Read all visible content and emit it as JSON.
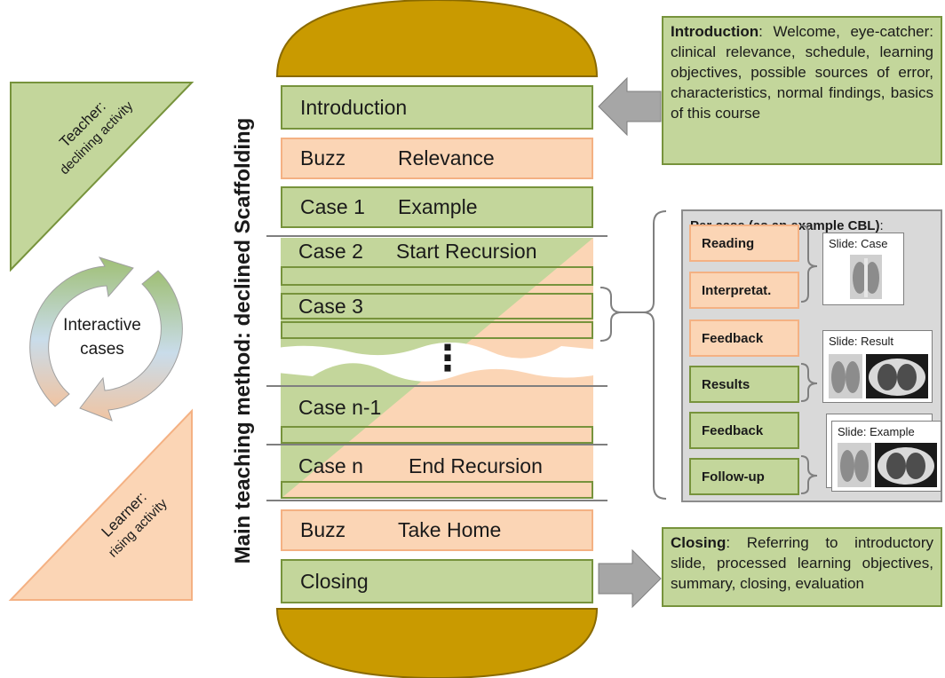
{
  "left": {
    "teacher": {
      "line1": "Teacher:",
      "line2": "declining activity"
    },
    "cycle": {
      "line1": "Interactive",
      "line2": "cases"
    },
    "learner": {
      "line1": "Learner:",
      "line2": "rising activity"
    }
  },
  "vertical_title": "Main teaching method: declined Scaffolding",
  "layers": {
    "introduction": "Introduction",
    "buzz1": {
      "a": "Buzz",
      "b": "Relevance"
    },
    "case1": {
      "a": "Case 1",
      "b": "Example"
    },
    "case2": {
      "a": "Case 2",
      "b": "Start Recursion"
    },
    "case3": "Case 3",
    "dots": "⋮",
    "casen1": "Case n-1",
    "casen": {
      "a": "Case n",
      "b": "End Recursion"
    },
    "buzz2": {
      "a": "Buzz",
      "b": "Take Home"
    },
    "closing": "Closing"
  },
  "intro_callout": {
    "bold": "Introduction",
    "text": ": Welcome, eye-catcher: clinical relevance, schedule, learning objectives, possible sources of error, characteristics, normal findings, basics of this course"
  },
  "closing_callout": {
    "bold": "Closing",
    "text": ": Referring to introductory slide, processed learning objectives, summary, closing, evaluation"
  },
  "panel": {
    "title_bold": "Per case (as an example CBL)",
    "title_rest": ":",
    "steps": [
      "Reading",
      "Interpretat.",
      "Feedback",
      "Results",
      "Feedback",
      "Follow-up"
    ],
    "slides": [
      "Slide: Case",
      "Slide: Result",
      "Slide: Example"
    ]
  },
  "colors": {
    "green_fill": "#c3d69b",
    "green_border": "#77933c",
    "peach_fill": "#fbd5b5",
    "peach_border": "#f4b183",
    "bun": "#c99a00",
    "arrow": "#a6a6a6"
  }
}
